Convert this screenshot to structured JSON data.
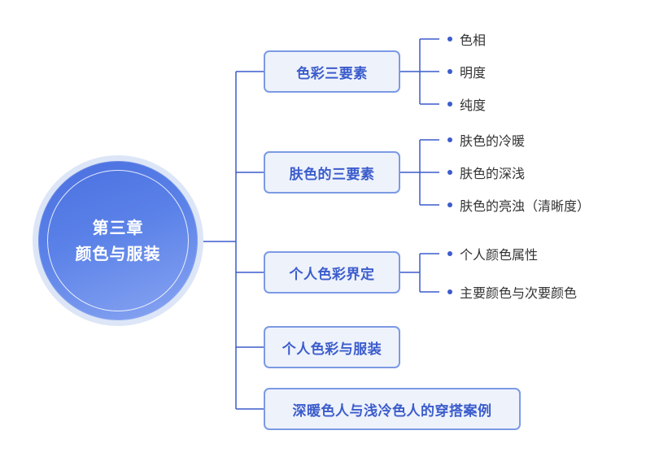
{
  "center": {
    "line1": "第三章",
    "line2": "颜色与服装"
  },
  "branches": [
    {
      "label": "色彩三要素",
      "children": [
        "色相",
        "明度",
        "纯度"
      ]
    },
    {
      "label": "肤色的三要素",
      "children": [
        "肤色的冷暖",
        "肤色的深浅",
        "肤色的亮浊（清晰度）"
      ]
    },
    {
      "label": "个人色彩界定",
      "children": [
        "个人颜色属性",
        "主要颜色与次要颜色"
      ]
    },
    {
      "label": "个人色彩与服装",
      "children": []
    },
    {
      "label": "深暖色人与浅冷色人的穿搭案例",
      "children": []
    }
  ],
  "colors": {
    "connector": "#3b5ccc",
    "accent": "#3b5ccc",
    "node_fill": "#eef2fb",
    "node_border": "#7c9ae4",
    "center_gradient_start": "#4a6fe0",
    "center_gradient_end": "#8aa6f2"
  }
}
